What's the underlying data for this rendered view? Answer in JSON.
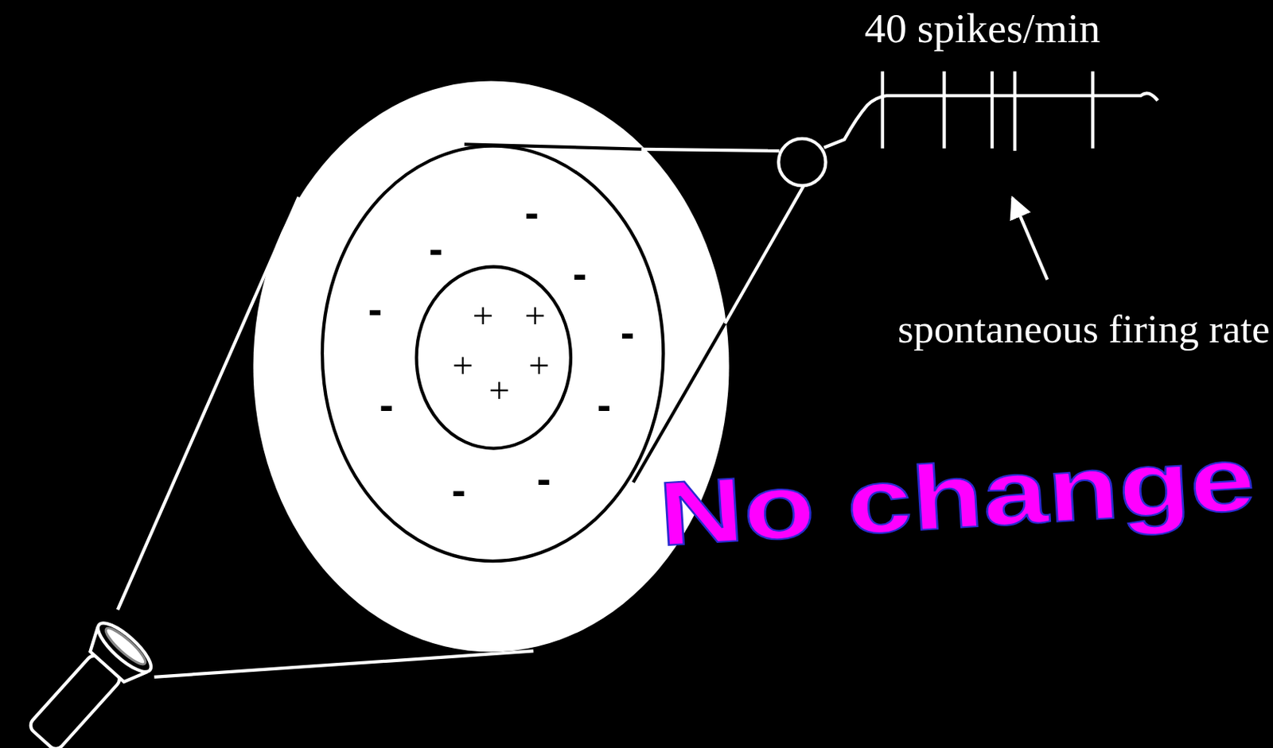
{
  "diagram": {
    "nodes": [
      {
        "text": [
          "-",
          "-",
          "-",
          "-",
          "-",
          "-",
          "-",
          "-",
          "-"
        ]
      },
      {
        "text": [
          "+",
          "+",
          "+",
          "+",
          "+"
        ],
        "in": 0
      }
    ],
    "labels": [
      "40 spikes/min",
      "spontaneous firing rate",
      "No change"
    ]
  }
}
